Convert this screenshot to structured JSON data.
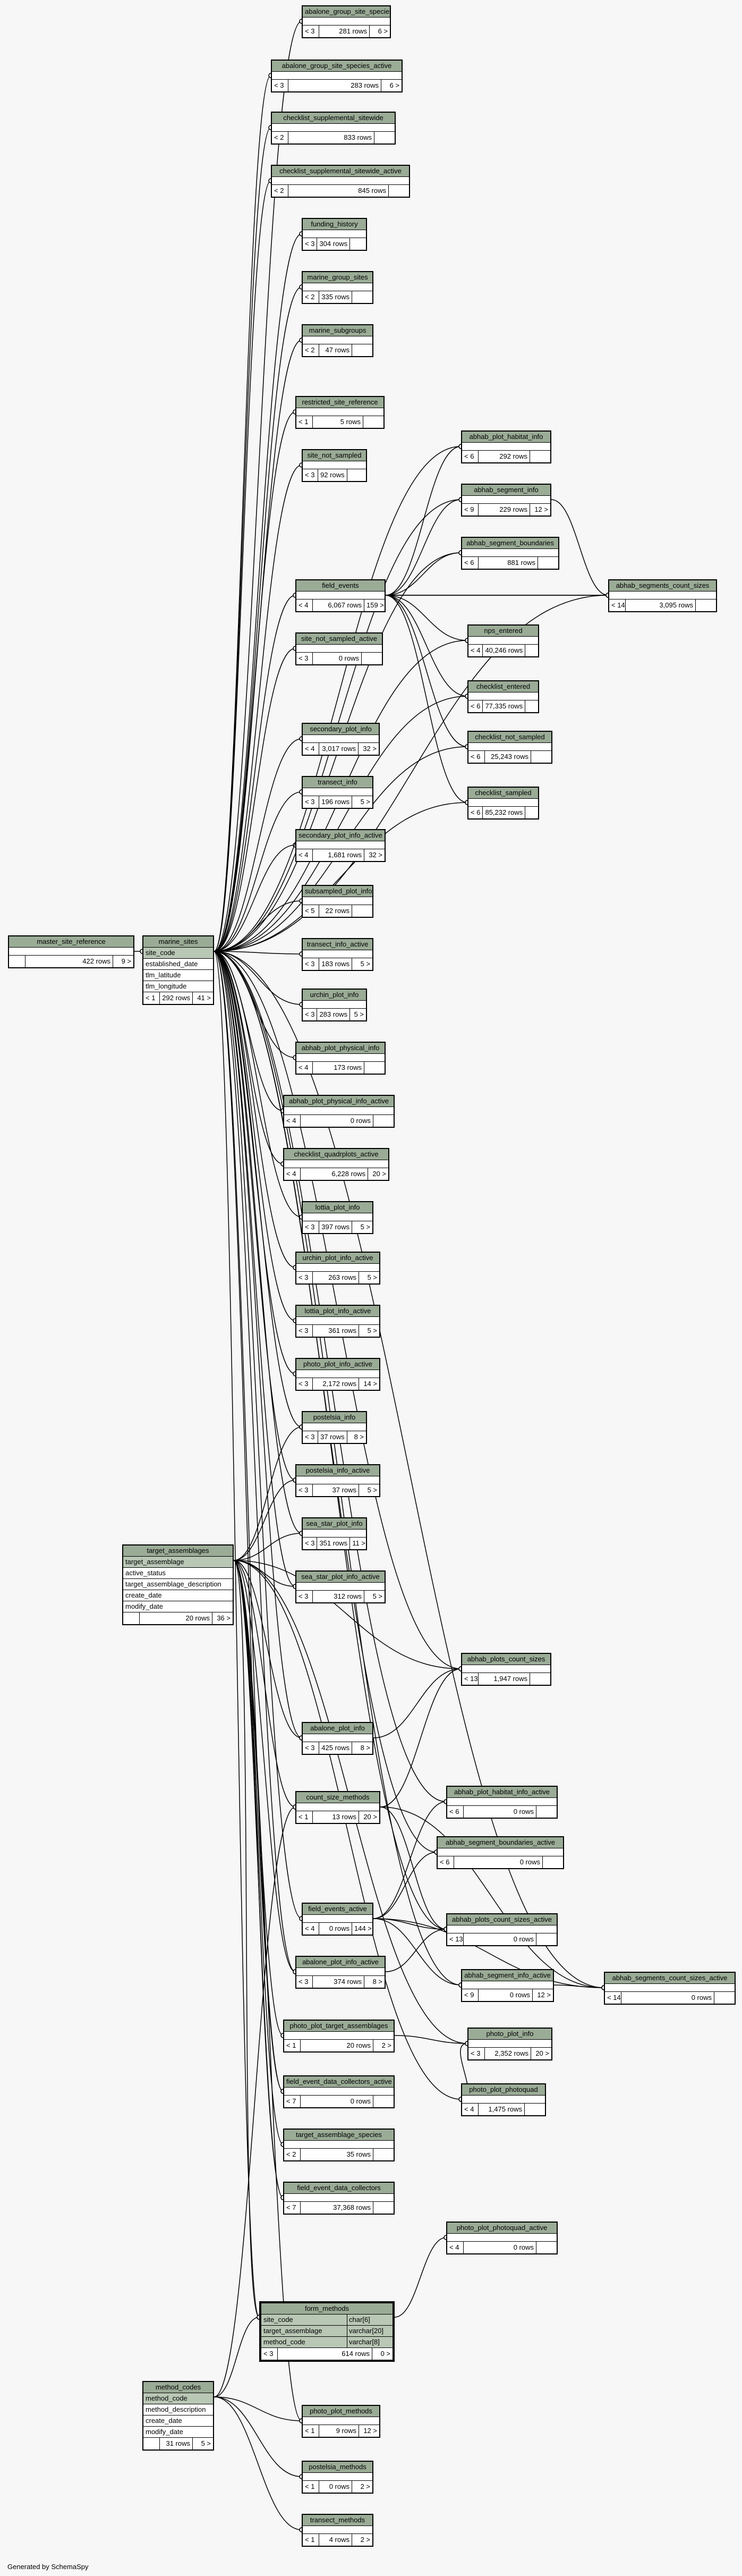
{
  "footer": "Generated by SchemaSpy",
  "tables": [
    {
      "id": "t0",
      "name": "abalone_group_site_species",
      "left": "< 3",
      "rows": "281 rows",
      "right": "6 >"
    },
    {
      "id": "t1",
      "name": "abalone_group_site_species_active",
      "left": "< 3",
      "rows": "283 rows",
      "right": "6 >"
    },
    {
      "id": "t2",
      "name": "checklist_supplemental_sitewide",
      "left": "< 2",
      "rows": "833 rows",
      "right": ""
    },
    {
      "id": "t3",
      "name": "checklist_supplemental_sitewide_active",
      "left": "< 2",
      "rows": "845 rows",
      "right": ""
    },
    {
      "id": "t4",
      "name": "funding_history",
      "left": "< 3",
      "rows": "304 rows",
      "right": ""
    },
    {
      "id": "t5",
      "name": "marine_group_sites",
      "left": "< 2",
      "rows": "335 rows",
      "right": ""
    },
    {
      "id": "t6",
      "name": "marine_subgroups",
      "left": "< 2",
      "rows": "47 rows",
      "right": ""
    },
    {
      "id": "t7",
      "name": "restricted_site_reference",
      "left": "< 1",
      "rows": "5 rows",
      "right": ""
    },
    {
      "id": "t8",
      "name": "site_not_sampled",
      "left": "< 3",
      "rows": "92 rows",
      "right": ""
    },
    {
      "id": "t9",
      "name": "field_events",
      "left": "< 4",
      "rows": "6,067 rows",
      "right": "159 >"
    },
    {
      "id": "t10",
      "name": "site_not_sampled_active",
      "left": "< 3",
      "rows": "0 rows",
      "right": ""
    },
    {
      "id": "t11",
      "name": "secondary_plot_info",
      "left": "< 4",
      "rows": "3,017 rows",
      "right": "32 >"
    },
    {
      "id": "t12",
      "name": "transect_info",
      "left": "< 3",
      "rows": "196 rows",
      "right": "5 >"
    },
    {
      "id": "t13",
      "name": "secondary_plot_info_active",
      "left": "< 4",
      "rows": "1,681 rows",
      "right": "32 >"
    },
    {
      "id": "t14",
      "name": "subsampled_plot_info",
      "left": "< 5",
      "rows": "22 rows",
      "right": ""
    },
    {
      "id": "t15",
      "name": "transect_info_active",
      "left": "< 3",
      "rows": "183 rows",
      "right": "5 >"
    },
    {
      "id": "t16",
      "name": "urchin_plot_info",
      "left": "< 3",
      "rows": "283 rows",
      "right": "5 >"
    },
    {
      "id": "t17",
      "name": "abhab_plot_physical_info",
      "left": "< 4",
      "rows": "173 rows",
      "right": ""
    },
    {
      "id": "t18",
      "name": "abhab_plot_physical_info_active",
      "left": "< 4",
      "rows": "0 rows",
      "right": ""
    },
    {
      "id": "t19",
      "name": "checklist_quadrplots_active",
      "left": "< 4",
      "rows": "6,228 rows",
      "right": "20 >"
    },
    {
      "id": "t20",
      "name": "lottia_plot_info",
      "left": "< 3",
      "rows": "397 rows",
      "right": "5 >"
    },
    {
      "id": "t21",
      "name": "urchin_plot_info_active",
      "left": "< 3",
      "rows": "263 rows",
      "right": "5 >"
    },
    {
      "id": "t22",
      "name": "lottia_plot_info_active",
      "left": "< 3",
      "rows": "361 rows",
      "right": "5 >"
    },
    {
      "id": "t23",
      "name": "photo_plot_info_active",
      "left": "< 3",
      "rows": "2,172 rows",
      "right": "14 >"
    },
    {
      "id": "t24",
      "name": "postelsia_info",
      "left": "< 3",
      "rows": "37 rows",
      "right": "8 >"
    },
    {
      "id": "t25",
      "name": "postelsia_info_active",
      "left": "< 3",
      "rows": "37 rows",
      "right": "5 >"
    },
    {
      "id": "t26",
      "name": "sea_star_plot_info",
      "left": "< 3",
      "rows": "351 rows",
      "right": "11 >"
    },
    {
      "id": "t27",
      "name": "sea_star_plot_info_active",
      "left": "< 3",
      "rows": "312 rows",
      "right": "5 >"
    },
    {
      "id": "t28",
      "name": "abalone_plot_info",
      "left": "< 3",
      "rows": "425 rows",
      "right": "8 >"
    },
    {
      "id": "t29",
      "name": "count_size_methods",
      "left": "< 1",
      "rows": "13 rows",
      "right": "20 >"
    },
    {
      "id": "t30",
      "name": "field_events_active",
      "left": "< 4",
      "rows": "0 rows",
      "right": "144 >"
    },
    {
      "id": "t31",
      "name": "abalone_plot_info_active",
      "left": "< 3",
      "rows": "374 rows",
      "right": "8 >"
    },
    {
      "id": "t32",
      "name": "photo_plot_target_assemblages",
      "left": "< 1",
      "rows": "20 rows",
      "right": "2 >"
    },
    {
      "id": "t33",
      "name": "field_event_data_collectors_active",
      "left": "< 7",
      "rows": "0 rows",
      "right": ""
    },
    {
      "id": "t34",
      "name": "target_assemblage_species",
      "left": "< 2",
      "rows": "35 rows",
      "right": ""
    },
    {
      "id": "t35",
      "name": "field_event_data_collectors",
      "left": "< 7",
      "rows": "37,368 rows",
      "right": ""
    },
    {
      "id": "t36",
      "name": "photo_plot_methods",
      "left": "< 1",
      "rows": "9 rows",
      "right": "12 >"
    },
    {
      "id": "t37",
      "name": "postelsia_methods",
      "left": "< 1",
      "rows": "0 rows",
      "right": "2 >"
    },
    {
      "id": "t38",
      "name": "transect_methods",
      "left": "< 1",
      "rows": "4 rows",
      "right": "2 >"
    },
    {
      "id": "t39",
      "name": "abhab_plot_habitat_info",
      "left": "< 6",
      "rows": "292 rows",
      "right": ""
    },
    {
      "id": "t40",
      "name": "abhab_segment_info",
      "left": "< 9",
      "rows": "229 rows",
      "right": "12 >"
    },
    {
      "id": "t41",
      "name": "abhab_segment_boundaries",
      "left": "< 6",
      "rows": "881 rows",
      "right": ""
    },
    {
      "id": "t42",
      "name": "nps_entered",
      "left": "< 4",
      "rows": "40,246 rows",
      "right": ""
    },
    {
      "id": "t43",
      "name": "checklist_entered",
      "left": "< 6",
      "rows": "77,335 rows",
      "right": ""
    },
    {
      "id": "t44",
      "name": "checklist_not_sampled",
      "left": "< 6",
      "rows": "25,243 rows",
      "right": ""
    },
    {
      "id": "t45",
      "name": "checklist_sampled",
      "left": "< 6",
      "rows": "85,232 rows",
      "right": ""
    },
    {
      "id": "t46",
      "name": "abhab_plots_count_sizes",
      "left": "< 13",
      "rows": "1,947 rows",
      "right": ""
    },
    {
      "id": "t47",
      "name": "abhab_plot_habitat_info_active",
      "left": "< 6",
      "rows": "0 rows",
      "right": ""
    },
    {
      "id": "t48",
      "name": "abhab_segment_boundaries_active",
      "left": "< 6",
      "rows": "0 rows",
      "right": ""
    },
    {
      "id": "t49",
      "name": "abhab_plots_count_sizes_active",
      "left": "< 13",
      "rows": "0 rows",
      "right": ""
    },
    {
      "id": "t50",
      "name": "abhab_segment_info_active",
      "left": "< 9",
      "rows": "0 rows",
      "right": "12 >"
    },
    {
      "id": "t51",
      "name": "photo_plot_info",
      "left": "< 3",
      "rows": "2,352 rows",
      "right": "20 >"
    },
    {
      "id": "t52",
      "name": "photo_plot_photoquad",
      "left": "< 4",
      "rows": "1,475 rows",
      "right": ""
    },
    {
      "id": "t53",
      "name": "photo_plot_photoquad_active",
      "left": "< 4",
      "rows": "0 rows",
      "right": ""
    },
    {
      "id": "t54",
      "name": "abhab_segments_count_sizes",
      "left": "< 14",
      "rows": "3,095 rows",
      "right": ""
    },
    {
      "id": "t55",
      "name": "abhab_segments_count_sizes_active",
      "left": "< 14",
      "rows": "0 rows",
      "right": ""
    }
  ],
  "detailed": [
    {
      "id": "d0",
      "name": "master_site_reference",
      "cols": [],
      "left": "",
      "rows": "422 rows",
      "right": "9 >"
    },
    {
      "id": "d1",
      "name": "marine_sites",
      "cols": [
        {
          "n": "site_code",
          "key": true
        },
        {
          "n": "established_date"
        },
        {
          "n": "tlm_latitude"
        },
        {
          "n": "tlm_longitude"
        }
      ],
      "left": "< 1",
      "rows": "292 rows",
      "right": "41 >"
    },
    {
      "id": "d2",
      "name": "target_assemblages",
      "cols": [
        {
          "n": "target_assemblage",
          "key": true
        },
        {
          "n": "active_status"
        },
        {
          "n": "target_assemblage_description"
        },
        {
          "n": "create_date"
        },
        {
          "n": "modify_date"
        }
      ],
      "left": "",
      "rows": "20 rows",
      "right": "36 >"
    },
    {
      "id": "d3",
      "name": "method_codes",
      "cols": [
        {
          "n": "method_code",
          "key": true
        },
        {
          "n": "method_description"
        },
        {
          "n": "create_date"
        },
        {
          "n": "modify_date"
        }
      ],
      "left": "",
      "rows": "31 rows",
      "right": "5 >"
    }
  ],
  "focus": {
    "id": "f0",
    "name": "form_methods",
    "cols": [
      {
        "n": "site_code",
        "t": "char[6]",
        "key": true
      },
      {
        "n": "target_assemblage",
        "t": "varchar[20]",
        "key": true
      },
      {
        "n": "method_code",
        "t": "varchar[8]",
        "key": true
      }
    ],
    "left": "< 3",
    "rows": "614 rows",
    "right": "0 >"
  }
}
